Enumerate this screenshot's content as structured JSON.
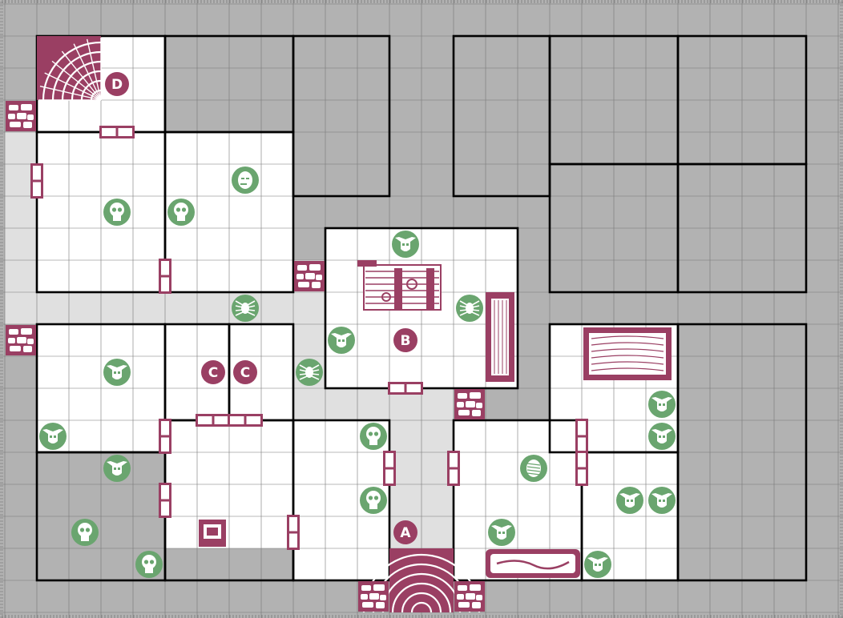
{
  "board": {
    "colors": {
      "background": "#b2b2b2",
      "room_floor": "#ffffff",
      "corridor": "#e0e0e0",
      "grid_line": "#777777",
      "wall": "#000000",
      "furniture": "#9a3f63",
      "monster": "#6aa56f",
      "marker": "#9a3f63"
    }
  },
  "markers": [
    {
      "letter": "A",
      "kind": "stairs"
    },
    {
      "letter": "B",
      "kind": "room"
    },
    {
      "letter": "C",
      "kind": "door"
    },
    {
      "letter": "C",
      "kind": "door"
    },
    {
      "letter": "D",
      "kind": "stairs"
    }
  ],
  "monsters": [
    {
      "type": "skeleton"
    },
    {
      "type": "skeleton"
    },
    {
      "type": "zombie"
    },
    {
      "type": "orc"
    },
    {
      "type": "orc"
    },
    {
      "type": "orc"
    },
    {
      "type": "orc"
    },
    {
      "type": "orc"
    },
    {
      "type": "spider"
    },
    {
      "type": "spider"
    },
    {
      "type": "spider"
    },
    {
      "type": "skeleton"
    },
    {
      "type": "skeleton"
    },
    {
      "type": "skeleton"
    },
    {
      "type": "skeleton"
    },
    {
      "type": "mummy"
    },
    {
      "type": "goblin"
    },
    {
      "type": "goblin"
    },
    {
      "type": "goblin"
    },
    {
      "type": "goblin"
    },
    {
      "type": "goblin"
    },
    {
      "type": "goblin"
    }
  ],
  "furniture": [
    {
      "type": "torture-rack"
    },
    {
      "type": "weapon-rack"
    },
    {
      "type": "table"
    },
    {
      "type": "tomb"
    },
    {
      "type": "chest"
    }
  ],
  "legend": []
}
